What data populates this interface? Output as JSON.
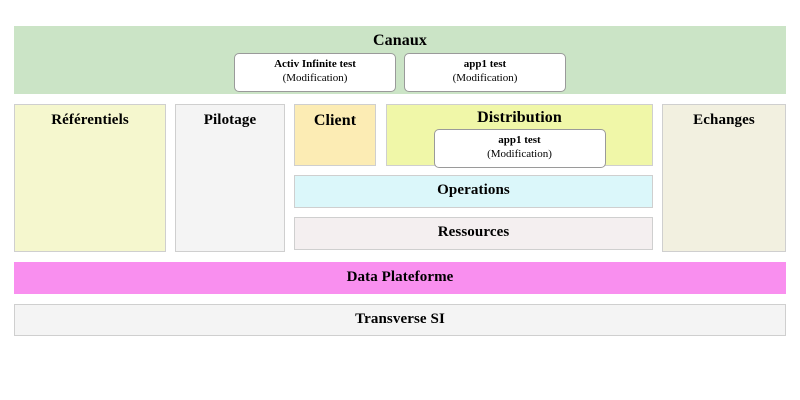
{
  "diagram": {
    "canaux": {
      "title": "Canaux",
      "apps": [
        {
          "name": "Activ Infinite test",
          "state": "(Modification)"
        },
        {
          "name": "app1 test",
          "state": "(Modification)"
        }
      ],
      "color": "#cbe4c6"
    },
    "referentiels": {
      "title": "Référentiels",
      "color": "#f5f7ce"
    },
    "pilotage": {
      "title": "Pilotage",
      "color": "#f4f4f4"
    },
    "client": {
      "title": "Client",
      "color": "#fcecb4"
    },
    "distribution": {
      "title": "Distribution",
      "color": "#f0f7a8",
      "apps": [
        {
          "name": "app1 test",
          "state": "(Modification)"
        }
      ]
    },
    "operations": {
      "title": "Operations",
      "color": "#dbf7fa"
    },
    "ressources": {
      "title": "Ressources",
      "color": "#f4eff0"
    },
    "echanges": {
      "title": "Echanges",
      "color": "#f2f0e0"
    },
    "data_plateforme": {
      "title": "Data Plateforme",
      "color": "#f98fef"
    },
    "transverse_si": {
      "title": "Transverse SI",
      "color": "#f4f4f4"
    }
  }
}
